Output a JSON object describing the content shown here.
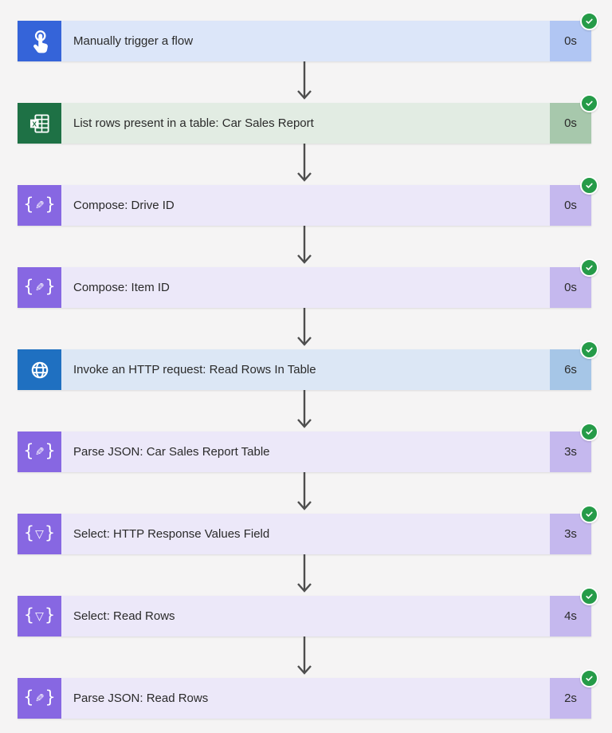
{
  "app": "power-automate-flow-run",
  "palette": {
    "page_background": "#f5f4f4",
    "text": "#2a2a2a",
    "arrow": "#4d4d4d",
    "success_green": "#259b48",
    "trigger": {
      "icon": "#3564d9",
      "body": "#dce6f9",
      "badge": "#b1c6f3"
    },
    "excel": {
      "icon": "#1e7145",
      "body": "#e2ece3",
      "badge": "#a7c8ac"
    },
    "data_operation": {
      "icon": "#8767e2",
      "body": "#ece8f9",
      "badge": "#c5b8ee"
    },
    "http": {
      "icon": "#1f70c1",
      "body": "#dce7f5",
      "badge": "#a6c6e7"
    }
  },
  "icons": {
    "excel_letter": "X"
  },
  "flow": {
    "steps": [
      {
        "label": "Manually trigger a flow",
        "duration": "0s",
        "status": "succeeded",
        "icon": "touch-icon"
      },
      {
        "label": "List rows present in a table: Car Sales Report",
        "duration": "0s",
        "status": "succeeded",
        "icon": "excel-icon"
      },
      {
        "label": "Compose: Drive ID",
        "duration": "0s",
        "status": "succeeded",
        "icon": "braces-pencil-icon",
        "glyph": {
          "open": "{",
          "mid": "✎",
          "close": "}"
        }
      },
      {
        "label": "Compose: Item ID",
        "duration": "0s",
        "status": "succeeded",
        "icon": "braces-pencil-icon",
        "glyph": {
          "open": "{",
          "mid": "✎",
          "close": "}"
        }
      },
      {
        "label": "Invoke an HTTP request: Read Rows In Table",
        "duration": "6s",
        "status": "succeeded",
        "icon": "globe-icon"
      },
      {
        "label": "Parse JSON: Car Sales Report Table",
        "duration": "3s",
        "status": "succeeded",
        "icon": "braces-pencil-icon",
        "glyph": {
          "open": "{",
          "mid": "✎",
          "close": "}"
        }
      },
      {
        "label": "Select: HTTP Response Values Field",
        "duration": "3s",
        "status": "succeeded",
        "icon": "braces-funnel-icon",
        "glyph": {
          "open": "{",
          "mid": "▽",
          "close": "}"
        }
      },
      {
        "label": "Select: Read Rows",
        "duration": "4s",
        "status": "succeeded",
        "icon": "braces-funnel-icon",
        "glyph": {
          "open": "{",
          "mid": "▽",
          "close": "}"
        }
      },
      {
        "label": "Parse JSON: Read Rows",
        "duration": "2s",
        "status": "succeeded",
        "icon": "braces-pencil-icon",
        "glyph": {
          "open": "{",
          "mid": "✎",
          "close": "}"
        }
      }
    ]
  }
}
